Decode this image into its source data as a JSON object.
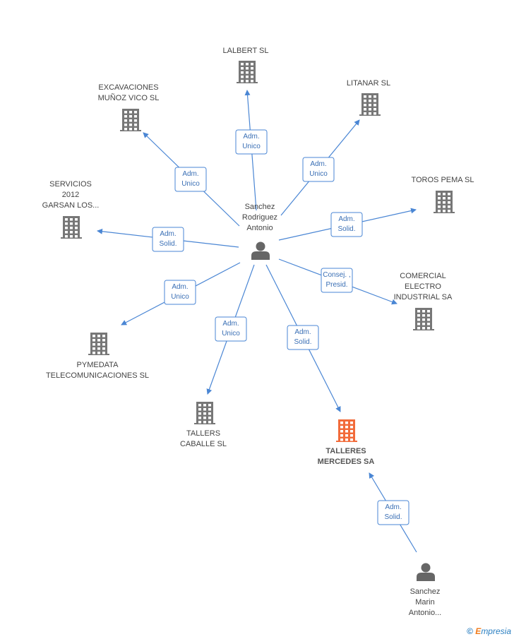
{
  "nodes": [
    {
      "id": "center",
      "kind": "person",
      "label": [
        "Sanchez",
        "Rodriguez",
        "Antonio"
      ],
      "color": "#666666"
    },
    {
      "id": "lalbert",
      "kind": "company",
      "label": [
        "LALBERT SL"
      ],
      "color": "#777777"
    },
    {
      "id": "litanar",
      "kind": "company",
      "label": [
        "LITANAR SL"
      ],
      "color": "#777777"
    },
    {
      "id": "excavaciones",
      "kind": "company",
      "label": [
        "EXCAVACIONES",
        "MUÑOZ VICO SL"
      ],
      "color": "#777777"
    },
    {
      "id": "servicios",
      "kind": "company",
      "label": [
        "SERVICIOS",
        "2012",
        "GARSAN LOS..."
      ],
      "color": "#777777"
    },
    {
      "id": "toros",
      "kind": "company",
      "label": [
        "TOROS PEMA SL"
      ],
      "color": "#777777"
    },
    {
      "id": "comercial",
      "kind": "company",
      "label": [
        "COMERCIAL",
        "ELECTRO",
        "INDUSTRIAL SA"
      ],
      "color": "#777777"
    },
    {
      "id": "pymedata",
      "kind": "company",
      "label": [
        "PYMEDATA",
        "TELECOMUNICACIONES SL"
      ],
      "color": "#777777"
    },
    {
      "id": "tallers",
      "kind": "company",
      "label": [
        "TALLERS",
        "CABALLE SL"
      ],
      "color": "#777777"
    },
    {
      "id": "talleres",
      "kind": "company",
      "label": [
        "TALLERES",
        "MERCEDES SA"
      ],
      "color": "#f26b3a",
      "focus": true
    },
    {
      "id": "marin",
      "kind": "person",
      "label": [
        "Sanchez",
        "Marin",
        "Antonio..."
      ],
      "color": "#666666"
    }
  ],
  "edges": [
    {
      "from": "center",
      "to": "lalbert",
      "label": [
        "Adm.",
        "Unico"
      ]
    },
    {
      "from": "center",
      "to": "litanar",
      "label": [
        "Adm.",
        "Unico"
      ]
    },
    {
      "from": "center",
      "to": "excavaciones",
      "label": [
        "Adm.",
        "Unico"
      ]
    },
    {
      "from": "center",
      "to": "servicios",
      "label": [
        "Adm.",
        "Solid."
      ]
    },
    {
      "from": "center",
      "to": "toros",
      "label": [
        "Adm.",
        "Solid."
      ]
    },
    {
      "from": "center",
      "to": "comercial",
      "label": [
        "Consej. ,",
        "Presid."
      ]
    },
    {
      "from": "center",
      "to": "pymedata",
      "label": [
        "Adm.",
        "Unico"
      ]
    },
    {
      "from": "center",
      "to": "tallers",
      "label": [
        "Adm.",
        "Unico"
      ]
    },
    {
      "from": "center",
      "to": "talleres",
      "label": [
        "Adm.",
        "Solid."
      ]
    },
    {
      "from": "marin",
      "to": "talleres",
      "label": [
        "Adm.",
        "Solid."
      ]
    }
  ],
  "colors": {
    "edge": "#4a86d4",
    "edge_text": "#3a6fb5",
    "focus": "#f26b3a"
  },
  "footer": {
    "symbol": "©",
    "brand_first": "E",
    "brand_rest": "mpresia"
  }
}
